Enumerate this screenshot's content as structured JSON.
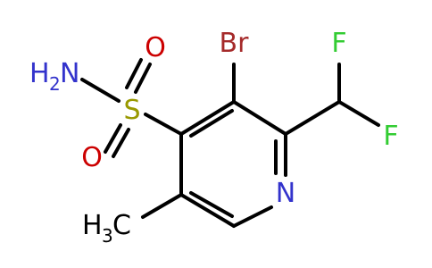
{
  "molecule": {
    "atoms": {
      "N_ring": {
        "text": "N"
      },
      "Br": {
        "text": "Br"
      },
      "F1": {
        "text": "F"
      },
      "F2": {
        "text": "F"
      },
      "S": {
        "text": "S"
      },
      "O1": {
        "text": "O"
      },
      "O2": {
        "text": "O"
      },
      "NH2": {
        "text": "H",
        "sub": "2",
        "tail": "N"
      },
      "CH3": {
        "text": "H",
        "sub": "3",
        "tail": "C"
      }
    }
  },
  "colors": {
    "carbon": "#000000",
    "nitrogen": "#3333cc",
    "oxygen": "#cc0000",
    "sulfur": "#999900",
    "bromine": "#a52a2a",
    "fluorine": "#33cc33"
  }
}
